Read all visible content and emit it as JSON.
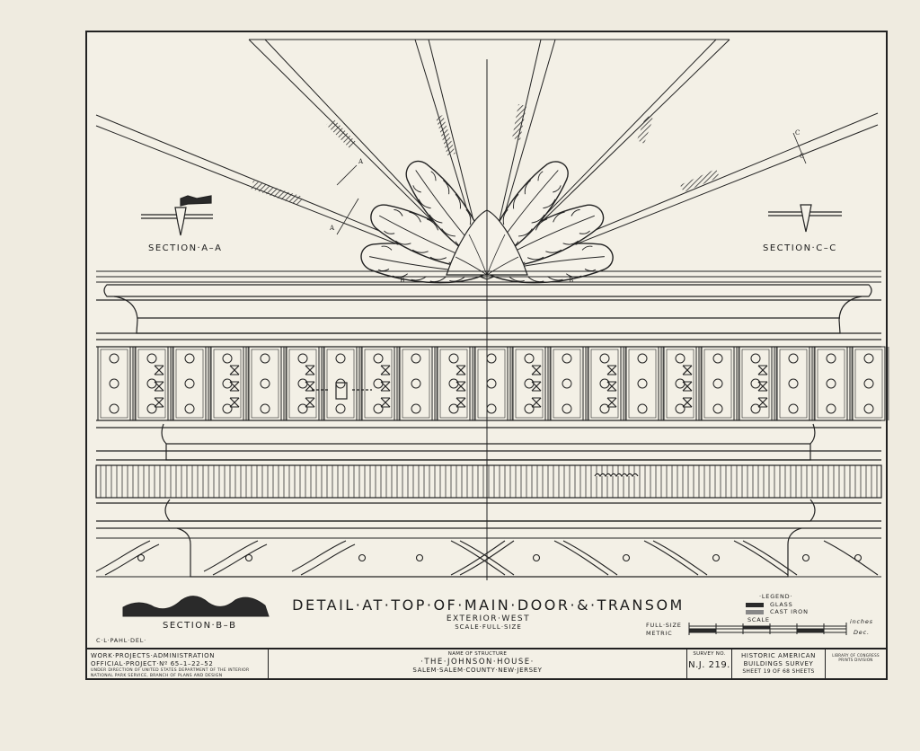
{
  "drawing": {
    "title": "DETAIL·AT·TOP·OF·MAIN·DOOR·&·TRANSOM",
    "subtitle": "EXTERIOR·WEST",
    "scale": "SCALE·FULL·SIZE",
    "section_aa": "SECTION·A–A",
    "section_cc": "SECTION·C–C",
    "section_bb": "SECTION·B–B",
    "marker_a": "A",
    "marker_b": "B",
    "marker_c": "C",
    "delineator": "C·L·PAHL·DEL·"
  },
  "legend": {
    "heading": "·LEGEND·",
    "glass": "GLASS",
    "cast_iron": "CAST IRON",
    "scale_label": "SCALE",
    "full_size": "FULL·SIZE",
    "metric": "METRIC",
    "inches": "inches",
    "dec": "Dec."
  },
  "title_block": {
    "agency_line1": "WORK·PROJECTS·ADMINISTRATION",
    "agency_line2": "OFFICIAL·PROJECT·Nº 65–1–22–52",
    "agency_line3": "UNDER DIRECTION OF UNITED STATES DEPARTMENT OF THE INTERIOR",
    "agency_line4": "NATIONAL PARK SERVICE, BRANCH OF PLANS AND DESIGN",
    "structure_label": "NAME OF STRUCTURE",
    "structure_name": "·THE·JOHNSON·HOUSE·",
    "structure_location": "SALEM·SALEM·COUNTY·NEW·JERSEY",
    "survey_label": "SURVEY NO.",
    "survey_no": "N.J. 219.",
    "habs_line1": "HISTORIC AMERICAN",
    "habs_line2": "BUILDINGS SURVEY",
    "sheet_text": "SHEET 19 OF 68 SHEETS",
    "stamp": "LIBRARY OF CONGRESS PRINTS DIVISION"
  }
}
